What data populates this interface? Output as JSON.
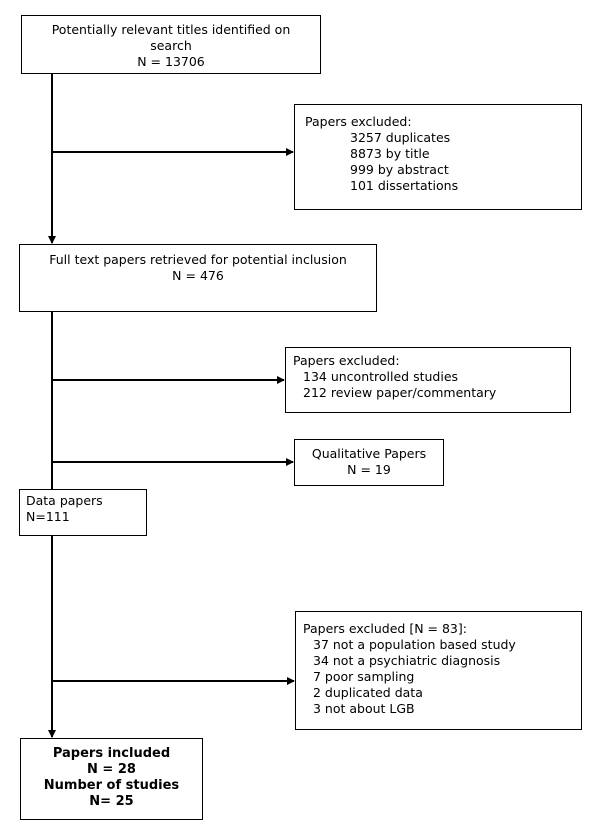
{
  "box1": {
    "line1": "Potentially relevant titles identified on",
    "line2": "search",
    "line3": "N = 13706"
  },
  "excl1": {
    "header": "Papers excluded:",
    "items": [
      "3257 duplicates",
      "8873 by title",
      "999 by abstract",
      "101 dissertations"
    ]
  },
  "box2": {
    "line1": "Full text papers retrieved for potential inclusion",
    "line2": "N = 476"
  },
  "excl2": {
    "header": "Papers excluded:",
    "items": [
      "134 uncontrolled studies",
      "212 review paper/commentary"
    ]
  },
  "qual": {
    "line1": "Qualitative Papers",
    "line2": "N = 19"
  },
  "data_box": {
    "line1": "Data papers",
    "line2": "N=111"
  },
  "excl3": {
    "header": "Papers excluded [N = 83]:",
    "items": [
      "37 not a population based study",
      "34 not a psychiatric diagnosis",
      "7 poor sampling",
      "2 duplicated data",
      "3 not about LGB"
    ]
  },
  "final": {
    "line1": "Papers included",
    "line2": "N = 28",
    "line3": "Number of studies",
    "line4": "N= 25"
  }
}
